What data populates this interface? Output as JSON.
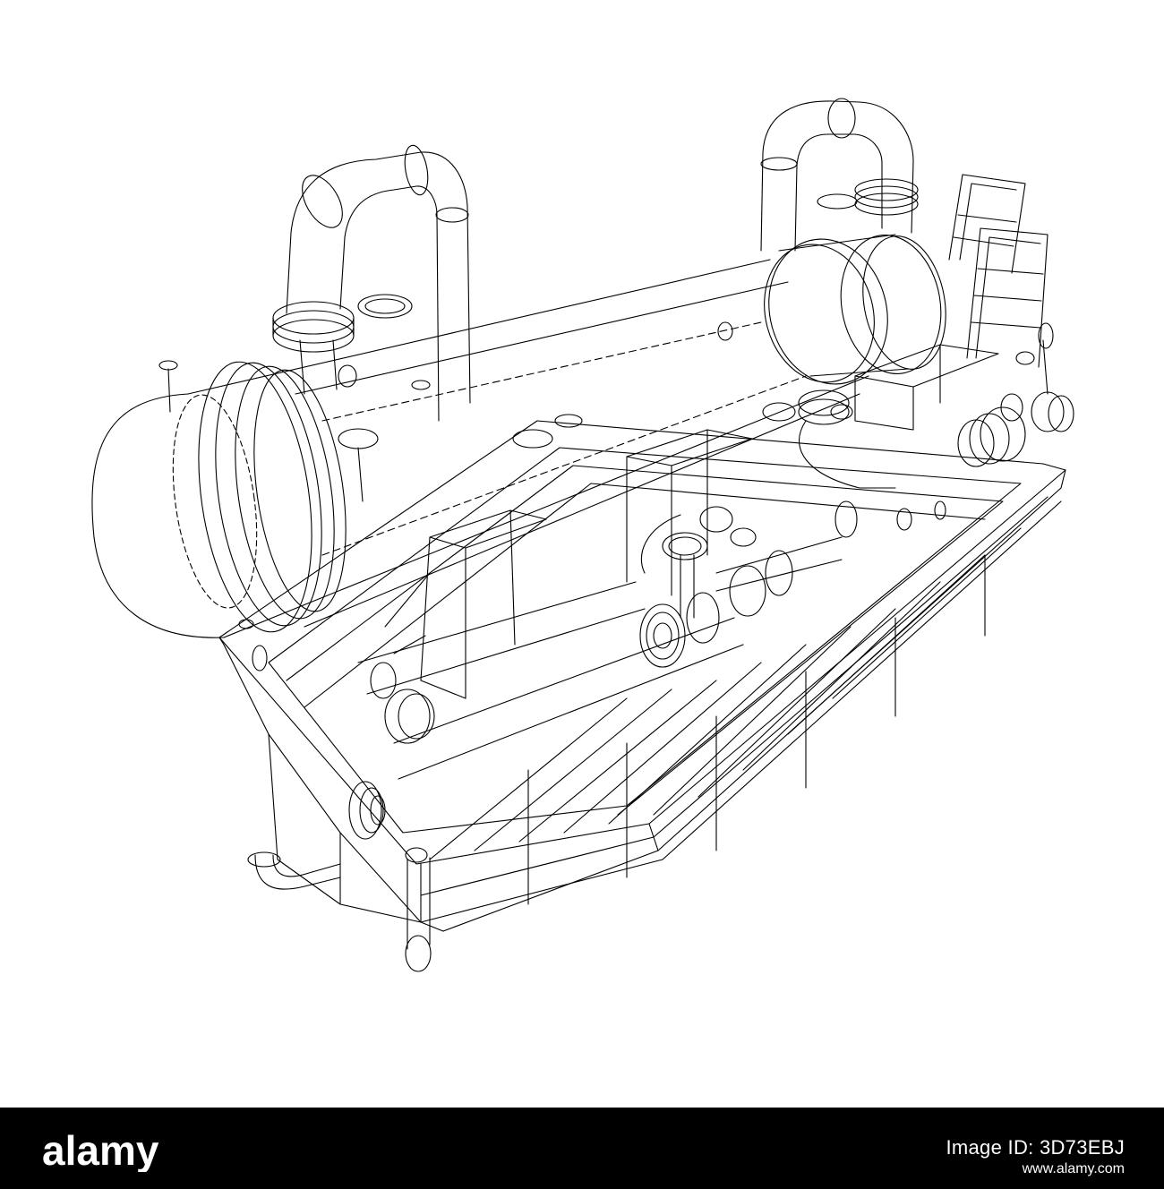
{
  "footer": {
    "brand_name": "alamy",
    "brand_logo_icon": "alamy-logo-icon",
    "image_id": "Image ID: 3D73EBJ",
    "url": "www.alamy.com",
    "background_color": "#000000",
    "text_color": "#ffffff"
  },
  "drawing": {
    "line_color": "#000000",
    "background_color": "#ffffff"
  }
}
